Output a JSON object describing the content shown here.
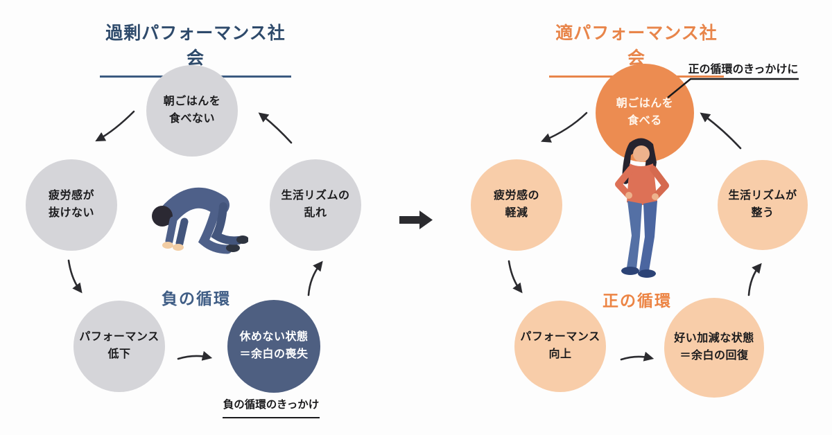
{
  "negative_cycle": {
    "title": "過剰パフォーマンス社会",
    "cycle_label": "負の循環",
    "caption": "負の循環のきっかけ",
    "figure": "crawling-exhausted-person",
    "nodes": {
      "top": "朝ごはんを\n食べない",
      "left": "疲労感が\n抜けない",
      "right": "生活リズムの\n乱れ",
      "bottom_left": "パフォーマンス\n低下",
      "bottom_right": "休めない状態\n＝余白の喪失"
    }
  },
  "positive_cycle": {
    "title": "適パフォーマンス社会",
    "cycle_label": "正の循環",
    "annotation": "正の循環のきっかけに",
    "figure": "standing-relaxed-woman",
    "nodes": {
      "top": "朝ごはんを\n食べる",
      "left": "疲労感の\n軽減",
      "right": "生活リズムが\n整う",
      "bottom_left": "パフォーマンス\n向上",
      "bottom_right": "好い加減な状態\n＝余白の回復"
    }
  },
  "colors": {
    "navy_title": "#2e4a6b",
    "navy_circle": "#4e5f81",
    "gray_circle": "#d5d5d9",
    "orange_title": "#e8854a",
    "orange_circle": "#ec8c51",
    "peach_circle": "#f8cda9",
    "arrow": "#2b2b2f"
  }
}
